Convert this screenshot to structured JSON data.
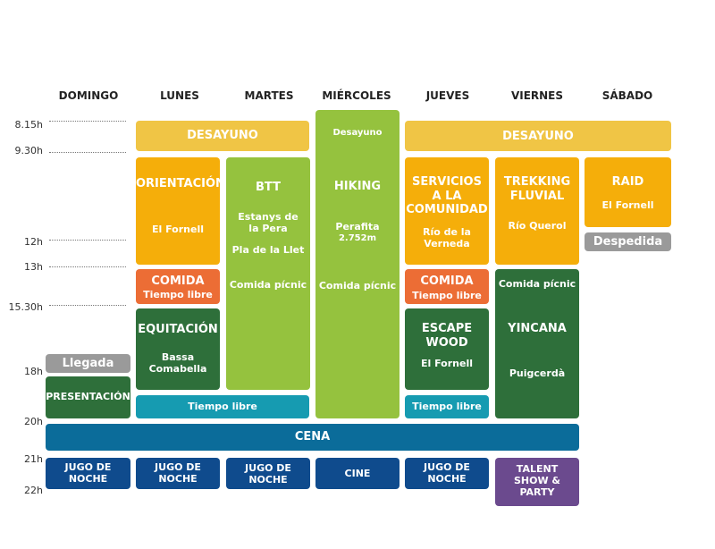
{
  "days": [
    "DOMINGO",
    "LUNES",
    "MARTES",
    "MIÉRCOLES",
    "JUEVES",
    "VIERNES",
    "SÁBADO"
  ],
  "times": [
    "8.15h",
    "9.30h",
    "12h",
    "13h",
    "15.30h",
    "18h",
    "20h",
    "21h",
    "22h"
  ],
  "activities": {
    "desayuno_left": "DESAYUNO",
    "desayuno_right": "DESAYUNO",
    "desayuno_mier": "Desayuno",
    "orientacion": {
      "title": "ORIENTACIÓN",
      "place": "El Fornell"
    },
    "btt": {
      "title": "BTT",
      "place": "Estanys de\nla Pera",
      "place2": "Pla de la Llet",
      "meal": "Comida pícnic"
    },
    "hiking": {
      "title": "HIKING",
      "place": "Perafita",
      "altitude": "2.752m",
      "meal": "Comida pícnic"
    },
    "servicios": {
      "title": "SERVICIOS\nA LA\nCOMUNIDAD",
      "place": "Río de la\nVerneda"
    },
    "trekking": {
      "title": "TREKKING\nFLUVIAL",
      "place": "Río Querol"
    },
    "raid": {
      "title": "RAID",
      "place": "El Fornell"
    },
    "despedida": "Despedida",
    "comida_lunes": {
      "title": "COMIDA",
      "sub": "Tiempo libre"
    },
    "comida_jueves": {
      "title": "COMIDA",
      "sub": "Tiempo libre"
    },
    "equitacion": {
      "title": "EQUITACIÓN",
      "place": "Bassa\nComabella"
    },
    "escape": {
      "title": "ESCAPE\nWOOD",
      "place": "El Fornell"
    },
    "viernes_meal": "Comida pícnic",
    "yincana": {
      "title": "YINCANA",
      "place": "Puigcerdà"
    },
    "llegada": "Llegada",
    "presentacion": "PRESENTACIÓN",
    "tiempo_libre_lunes": "Tiempo libre",
    "tiempo_libre_jueves": "Tiempo libre",
    "cena": "CENA",
    "jugo_domingo": "JUGO DE\nNOCHE",
    "jugo_lunes": "JUGO DE\nNOCHE",
    "jugo_martes": "JUGO DE\nNOCHE",
    "cine": "CINE",
    "jugo_jueves": "JUGO DE\nNOCHE",
    "talent": "TALENT\nSHOW &\nPARTY"
  }
}
